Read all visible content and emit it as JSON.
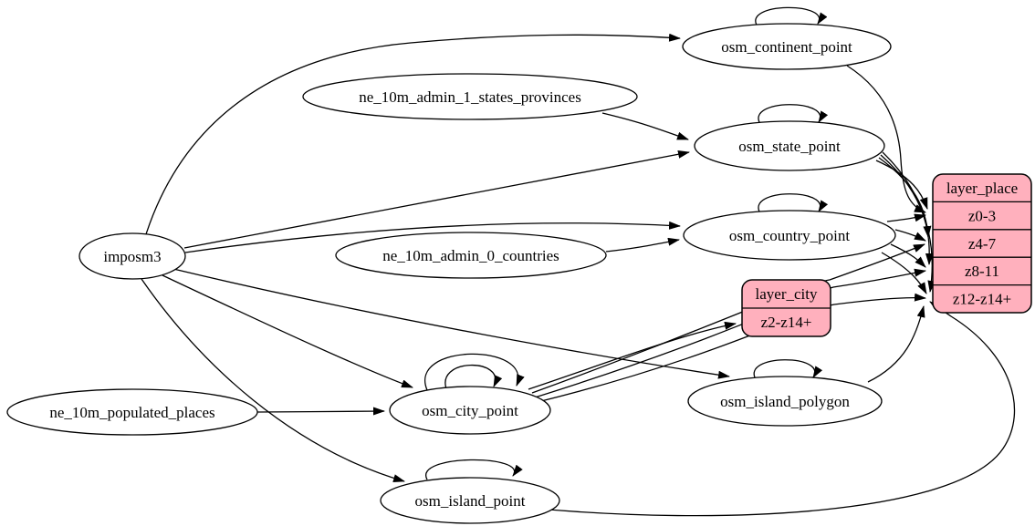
{
  "diagram": {
    "kind": "etl-dependency-graph",
    "colors": {
      "background": "#ffffff",
      "table_fill": "#ffffff",
      "layer_fill": "#ffb0bd",
      "line": "#000000"
    },
    "tables": {
      "imposm3": {
        "label": "imposm3"
      },
      "ne_10m_admin_1_states_provinces": {
        "label": "ne_10m_admin_1_states_provinces"
      },
      "ne_10m_admin_0_countries": {
        "label": "ne_10m_admin_0_countries"
      },
      "ne_10m_populated_places": {
        "label": "ne_10m_populated_places"
      },
      "osm_continent_point": {
        "label": "osm_continent_point"
      },
      "osm_state_point": {
        "label": "osm_state_point"
      },
      "osm_country_point": {
        "label": "osm_country_point"
      },
      "osm_city_point": {
        "label": "osm_city_point"
      },
      "osm_island_polygon": {
        "label": "osm_island_polygon"
      },
      "osm_island_point": {
        "label": "osm_island_point"
      }
    },
    "layers": {
      "layer_place": {
        "title": "layer_place",
        "rows": [
          "z0-3",
          "z4-7",
          "z8-11",
          "z12-z14+"
        ]
      },
      "layer_city": {
        "title": "layer_city",
        "rows": [
          "z2-z14+"
        ]
      }
    },
    "edges": [
      {
        "from": "imposm3",
        "to": "osm_continent_point"
      },
      {
        "from": "imposm3",
        "to": "osm_state_point"
      },
      {
        "from": "imposm3",
        "to": "osm_country_point"
      },
      {
        "from": "imposm3",
        "to": "osm_city_point"
      },
      {
        "from": "imposm3",
        "to": "osm_island_polygon"
      },
      {
        "from": "imposm3",
        "to": "osm_island_point"
      },
      {
        "from": "ne_10m_admin_1_states_provinces",
        "to": "osm_state_point"
      },
      {
        "from": "ne_10m_admin_0_countries",
        "to": "osm_country_point"
      },
      {
        "from": "ne_10m_populated_places",
        "to": "osm_city_point"
      },
      {
        "from": "osm_continent_point",
        "to": "osm_continent_point",
        "self_loop": true
      },
      {
        "from": "osm_state_point",
        "to": "osm_state_point",
        "self_loop": true
      },
      {
        "from": "osm_country_point",
        "to": "osm_country_point",
        "self_loop": true
      },
      {
        "from": "osm_city_point",
        "to": "osm_city_point",
        "self_loop": true
      },
      {
        "from": "osm_city_point",
        "to": "osm_city_point",
        "self_loop": true
      },
      {
        "from": "osm_island_polygon",
        "to": "osm_island_polygon",
        "self_loop": true
      },
      {
        "from": "osm_island_point",
        "to": "osm_island_point",
        "self_loop": true
      },
      {
        "from": "osm_continent_point",
        "to": "layer_place",
        "to_port": "z0-3"
      },
      {
        "from": "osm_state_point",
        "to": "layer_place",
        "to_port": "z0-3"
      },
      {
        "from": "osm_state_point",
        "to": "layer_place",
        "to_port": "z4-7"
      },
      {
        "from": "osm_state_point",
        "to": "layer_place",
        "to_port": "z8-11"
      },
      {
        "from": "osm_state_point",
        "to": "layer_place",
        "to_port": "z12-z14+"
      },
      {
        "from": "osm_country_point",
        "to": "layer_place",
        "to_port": "z0-3"
      },
      {
        "from": "osm_country_point",
        "to": "layer_place",
        "to_port": "z4-7"
      },
      {
        "from": "osm_country_point",
        "to": "layer_place",
        "to_port": "z8-11"
      },
      {
        "from": "osm_country_point",
        "to": "layer_place",
        "to_port": "z12-z14+"
      },
      {
        "from": "osm_city_point",
        "to": "layer_city",
        "to_port": "z2-z14+"
      },
      {
        "from": "osm_city_point",
        "to": "layer_place",
        "to_port": "z4-7"
      },
      {
        "from": "osm_city_point",
        "to": "layer_place",
        "to_port": "z8-11"
      },
      {
        "from": "osm_city_point",
        "to": "layer_place",
        "to_port": "z12-z14+"
      },
      {
        "from": "osm_island_polygon",
        "to": "layer_place",
        "to_port": "z12-z14+"
      },
      {
        "from": "osm_island_point",
        "to": "layer_place",
        "to_port": "z12-z14+"
      }
    ]
  }
}
